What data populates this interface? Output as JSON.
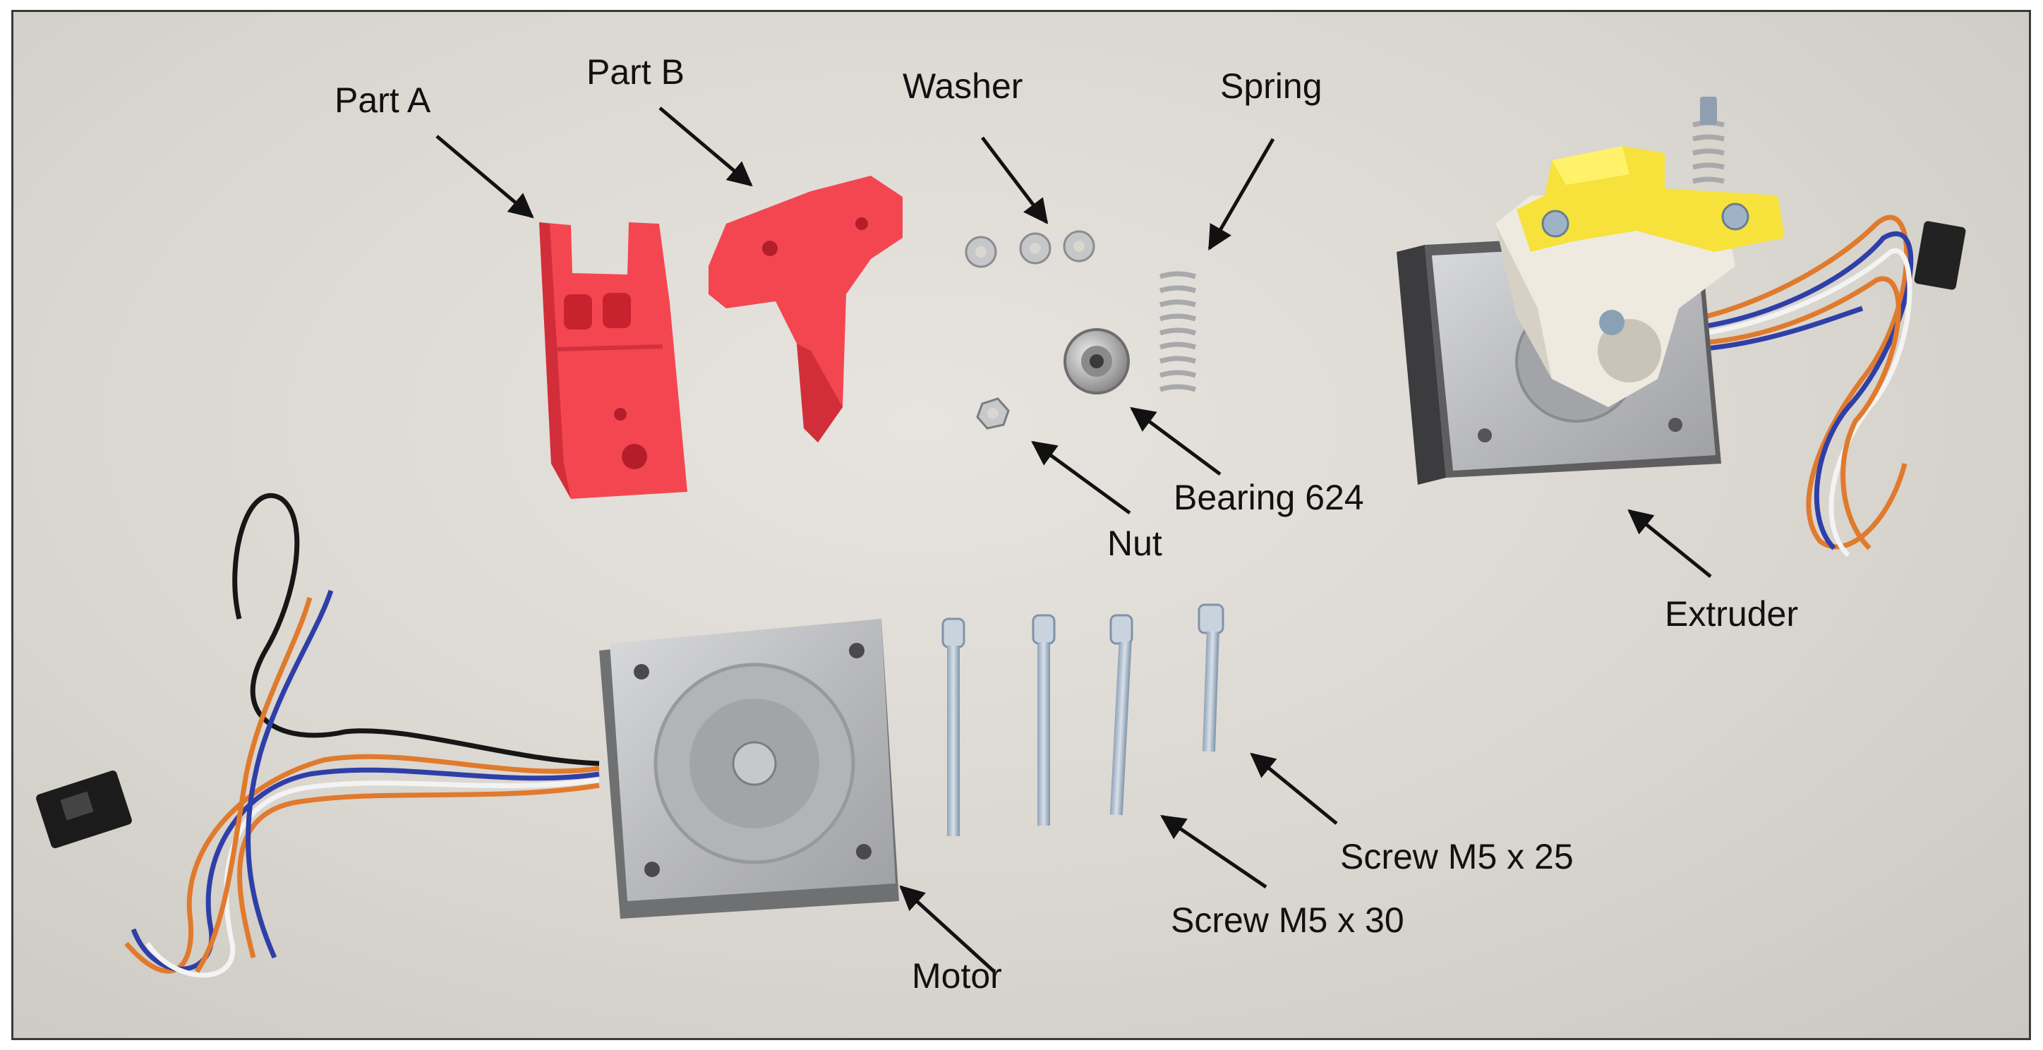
{
  "labels": {
    "part_a": "Part A",
    "part_b": "Part B",
    "washer": "Washer",
    "spring": "Spring",
    "bearing": "Bearing 624",
    "nut": "Nut",
    "extruder": "Extruder",
    "motor": "Motor",
    "screw_m5x30": "Screw M5 x 30",
    "screw_m5x25": "Screw M5 x 25"
  },
  "colors": {
    "background": "#dad6d0",
    "printed_part_red": "#f44651",
    "printed_part_yellow": "#f6e23a",
    "printed_part_white": "#eeeae0",
    "steel": "#b7b8bb",
    "motor_body": "#5e5e60",
    "wire_orange": "#e07a2c",
    "wire_blue": "#2f3fa8",
    "wire_black": "#161616",
    "wire_white": "#f3f3f3",
    "label_text": "#111111"
  }
}
